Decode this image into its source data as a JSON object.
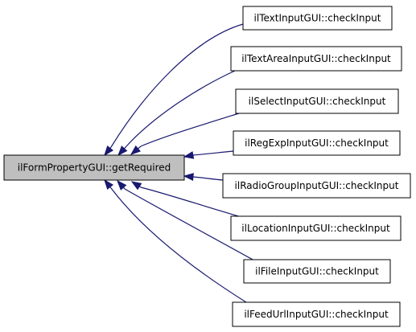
{
  "colors": {
    "root_fill": "#bfbfbf",
    "node_fill": "#ffffff",
    "edge": "#191970"
  },
  "root": {
    "label": "ilFormPropertyGUI::getRequired"
  },
  "callers": [
    {
      "label": "ilTextInputGUI::checkInput"
    },
    {
      "label": "ilTextAreaInputGUI::checkInput"
    },
    {
      "label": "ilSelectInputGUI::checkInput"
    },
    {
      "label": "ilRegExpInputGUI::checkInput"
    },
    {
      "label": "ilRadioGroupInputGUI::checkInput"
    },
    {
      "label": "ilLocationInputGUI::checkInput"
    },
    {
      "label": "ilFileInputGUI::checkInput"
    },
    {
      "label": "ilFeedUrlInputGUI::checkInput"
    }
  ]
}
